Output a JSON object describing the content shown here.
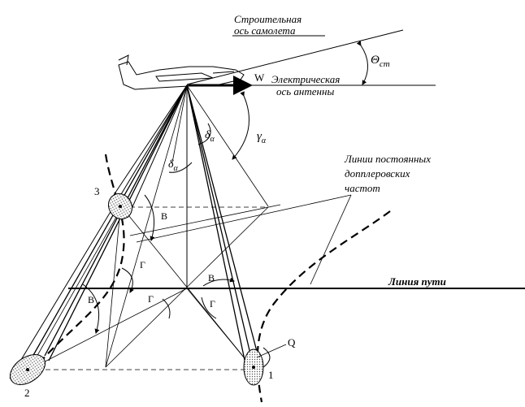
{
  "labels": {
    "construction_axis_line1": "Строительная",
    "construction_axis_line2": "ось самолета",
    "theta_main": "Θ",
    "theta_sub": "ст",
    "velocity": "W",
    "antenna_axis_line1": "Электрическая",
    "antenna_axis_line2": "ось антенны",
    "delta_main": "δ",
    "delta_sub": "α",
    "gamma_main": "γ",
    "gamma_sub": "α",
    "doppler_line1": "Линии постоянных",
    "doppler_line2": "допплеровских",
    "doppler_line3": "частот",
    "track_line": "Линия пути",
    "angle_B": "В",
    "angle_G": "Г",
    "point_1": "1",
    "point_2": "2",
    "point_3": "3",
    "point_Q": "Q"
  },
  "icons": {
    "aircraft": "aircraft-icon",
    "footprint": "beam-footprint-icon"
  }
}
